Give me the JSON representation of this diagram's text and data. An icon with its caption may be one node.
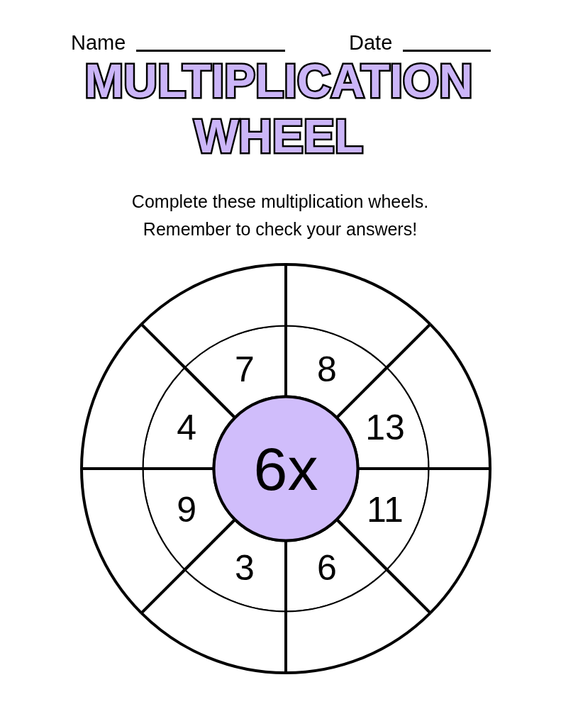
{
  "diagram": {
    "title": "MULTIPLICATION WHEEL",
    "nodes": [
      {
        "text": [
          "6x"
        ]
      },
      {
        "text": [
          "7"
        ]
      },
      {
        "text": [
          "8"
        ]
      },
      {
        "text": [
          "13"
        ]
      },
      {
        "text": [
          "11"
        ]
      },
      {
        "text": [
          "6"
        ]
      },
      {
        "text": [
          "3"
        ]
      },
      {
        "text": [
          "9"
        ]
      },
      {
        "text": [
          "4"
        ]
      },
      {
        "text": [],
        "shape": "sector"
      },
      {
        "text": [],
        "shape": "sector"
      },
      {
        "text": [],
        "shape": "sector"
      },
      {
        "text": [],
        "shape": "sector"
      },
      {
        "text": [],
        "shape": "sector"
      },
      {
        "text": [],
        "shape": "sector"
      },
      {
        "text": [],
        "shape": "sector"
      },
      {
        "text": [],
        "shape": "sector"
      }
    ],
    "labels": [
      "Name",
      "Date",
      "Complete these multiplication wheels. Remember to check your answers!"
    ]
  }
}
